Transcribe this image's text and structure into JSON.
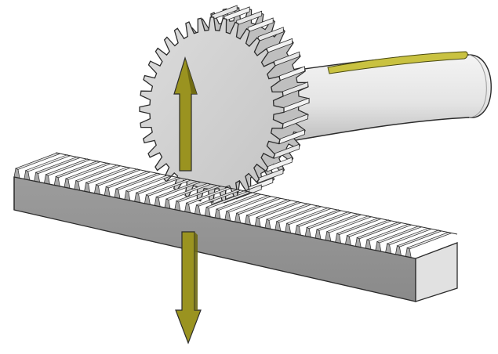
{
  "diagram": {
    "subject": "rack-and-pinion",
    "components": [
      "gear-rack",
      "pinion-gear",
      "shaft"
    ],
    "gear": {
      "teeth": 36
    },
    "rack": {
      "teeth": 40
    },
    "arrows": [
      {
        "name": "gear-tooth-force",
        "direction": "up"
      },
      {
        "name": "rack-tooth-force",
        "direction": "down"
      }
    ],
    "colors": {
      "background": "#ffffff",
      "metal_light": "#e6e6e6",
      "metal_mid": "#cfcfcf",
      "metal_dark": "#a9a9a9",
      "metal_shadow": "#8c8c8c",
      "outline": "#2b2b2b",
      "arrow_fill": "#9a9320",
      "arrow_dark": "#6d6812",
      "shaft_stripe": "#c9c241"
    }
  }
}
